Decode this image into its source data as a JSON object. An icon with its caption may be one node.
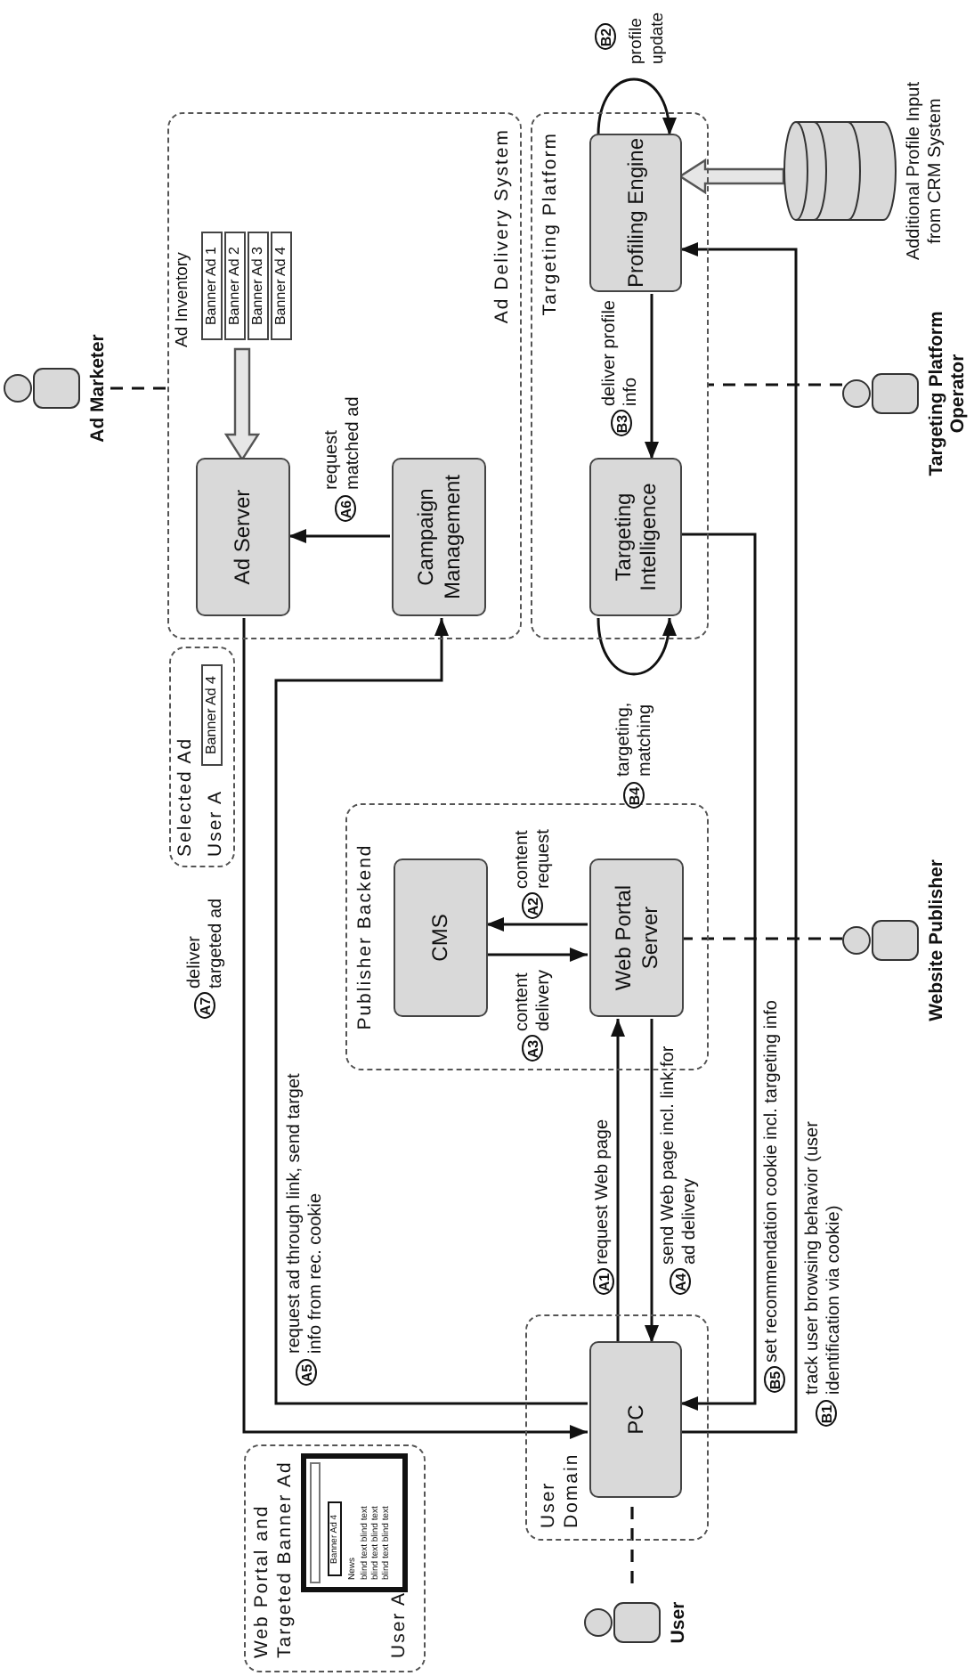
{
  "diagram": {
    "nodes": [
      {
        "text": [
          "Ad Delivery System"
        ]
      },
      {
        "text": [
          "Ad Inventory"
        ],
        "in": 0
      },
      {
        "text": [
          "Banner Ad 1"
        ],
        "in": 1
      },
      {
        "text": [
          "Banner Ad 2"
        ],
        "in": 1
      },
      {
        "text": [
          "Banner Ad 3"
        ],
        "in": 1
      },
      {
        "text": [
          "Banner Ad 4"
        ],
        "in": 1
      },
      {
        "text": [
          "Ad Server"
        ],
        "in": 0
      },
      {
        "text": [
          "Campaign Management"
        ],
        "in": 0
      },
      {
        "text": [
          "Targeting Platform"
        ]
      },
      {
        "text": [
          "Profiling Engine"
        ],
        "in": 8
      },
      {
        "text": [
          "Targeting Intelligence"
        ],
        "in": 8
      },
      {
        "text": [],
        "shape": "cylinder",
        "beside": [
          "Additional Profile Input from CRM System"
        ]
      },
      {
        "text": [
          "Ad Marketer"
        ]
      },
      {
        "text": [
          "Targeting Platform Operator"
        ]
      },
      {
        "text": [
          "Selected Ad",
          "User A"
        ]
      },
      {
        "text": [
          "Banner Ad 4"
        ],
        "in": 14
      },
      {
        "text": [
          "Publisher Backend"
        ]
      },
      {
        "text": [
          "CMS"
        ],
        "in": 16
      },
      {
        "text": [
          "Web Portal Server"
        ],
        "in": 16
      },
      {
        "text": [
          "Website Publisher"
        ]
      },
      {
        "text": [
          "User Domain"
        ]
      },
      {
        "text": [
          "PC"
        ],
        "in": 20
      },
      {
        "text": [
          "User"
        ]
      },
      {
        "text": [
          "Web Portal and Targeted Banner Ad",
          "User A"
        ]
      }
    ],
    "edges": [
      {
        "from": 12,
        "to": 0,
        "arrow": "none",
        "style": "dashed"
      },
      {
        "from": 1,
        "to": 6,
        "arrow": "to",
        "style": "thick"
      },
      {
        "from": 7,
        "to": 6,
        "arrow": "to",
        "label": "request matched ad"
      },
      {
        "from": 11,
        "to": 9,
        "arrow": "to",
        "style": "thick"
      },
      {
        "from": 9,
        "to": 9,
        "arrow": "to",
        "label": "profile update"
      },
      {
        "from": 9,
        "to": 10,
        "arrow": "to",
        "label": "deliver profile info"
      },
      {
        "from": 10,
        "to": 10,
        "arrow": "to",
        "label": "targeting, matching"
      },
      {
        "from": 13,
        "to": 8,
        "arrow": "none",
        "style": "dashed"
      },
      {
        "from": 18,
        "to": 17,
        "arrow": "to",
        "label": "content request"
      },
      {
        "from": 17,
        "to": 18,
        "arrow": "to",
        "label": "content delivery"
      },
      {
        "from": 19,
        "to": 18,
        "arrow": "none",
        "style": "dashed"
      },
      {
        "from": 21,
        "to": 18,
        "arrow": "to",
        "label": "request Web page"
      },
      {
        "from": 18,
        "to": 21,
        "arrow": "to",
        "label": "send Web page incl. link for ad delivery"
      },
      {
        "from": 21,
        "to": 7,
        "arrow": "to",
        "label": "request ad through link, send target info from rec. cookie"
      },
      {
        "from": 6,
        "to": 21,
        "arrow": "to",
        "label": "deliver targeted ad"
      },
      {
        "from": 10,
        "to": 21,
        "arrow": "to",
        "label": "set recommendation cookie incl. targeting info"
      },
      {
        "from": 21,
        "to": 9,
        "arrow": "to",
        "label": "track user browsing behavior (user identification via cookie)"
      },
      {
        "from": 22,
        "to": 21,
        "arrow": "none",
        "style": "dashed"
      }
    ],
    "labels": [
      "B2",
      "B3",
      "A6",
      "B4",
      "A2",
      "A3",
      "A7",
      "A5",
      "A1",
      "A4",
      "B5",
      "B1",
      "Banner Ad 4",
      "News",
      "blind text blind text",
      "blind text blind text",
      "blind text blind text"
    ]
  }
}
